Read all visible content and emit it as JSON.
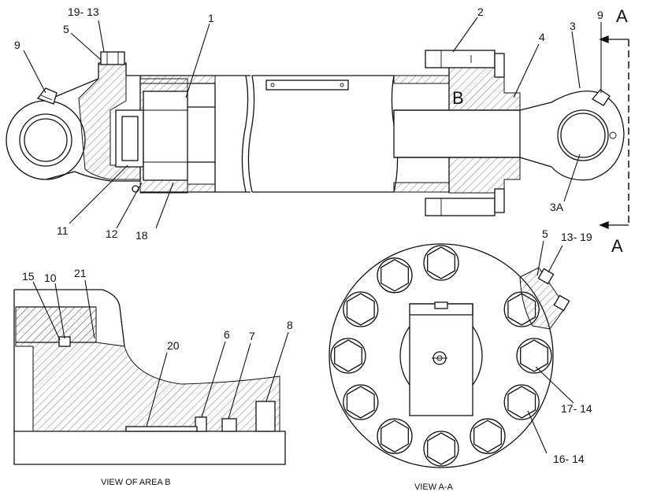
{
  "callouts": {
    "c_19_13": "19- 13",
    "c_1": "1",
    "c_2": "2",
    "c_4": "4",
    "c_3": "3",
    "c_9_right": "9",
    "c_5_left": "5",
    "c_9_left": "9",
    "c_B": "B",
    "c_3A": "3A",
    "c_11": "11",
    "c_12": "12",
    "c_18": "18",
    "c_15": "15",
    "c_10": "10",
    "c_21": "21",
    "c_20": "20",
    "c_6": "6",
    "c_7": "7",
    "c_8": "8",
    "c_5_view": "5",
    "c_13_19": "13- 19",
    "c_17_14": "17- 14",
    "c_16_14": "16- 14"
  },
  "section_marks": {
    "top": "A",
    "bottom": "A"
  },
  "captions": {
    "area_b": "VIEW OF AREA B",
    "view_aa": "VIEW A-A"
  }
}
